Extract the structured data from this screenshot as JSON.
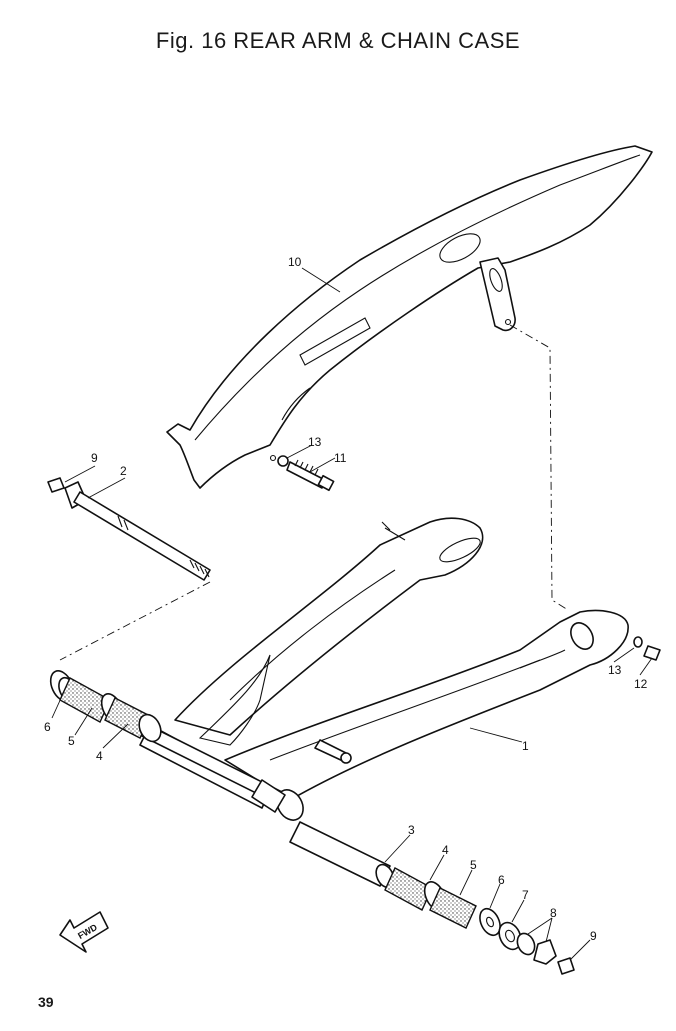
{
  "title": "Fig. 16 REAR ARM & CHAIN CASE",
  "page_number": "39",
  "direction_label": "FWD",
  "callouts": {
    "c1": "1",
    "c2": "2",
    "c3": "3",
    "c4a": "4",
    "c4b": "4",
    "c5a": "5",
    "c5b": "5",
    "c6a": "6",
    "c6b": "6",
    "c7": "7",
    "c8": "8",
    "c9a": "9",
    "c9b": "9",
    "c10": "10",
    "c11": "11",
    "c12": "12",
    "c13a": "13",
    "c13b": "13"
  }
}
